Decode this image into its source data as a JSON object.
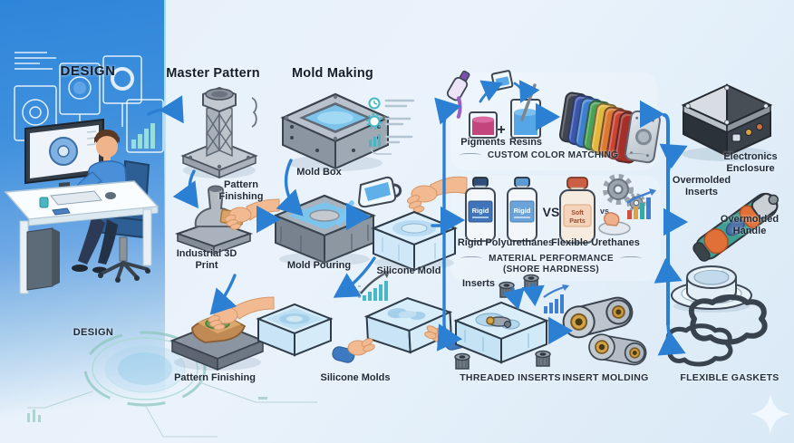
{
  "canvas": {
    "accent_arrow": "#2b80d4",
    "left_panel_blue": "#2e86da",
    "background": "#eaf3fb"
  },
  "headers": {
    "design": "DESIGN",
    "master_pattern": "Master Pattern",
    "mold_making": "Mold Making"
  },
  "design": {
    "caption": "DESIGN"
  },
  "master_pattern": {
    "pattern_finishing": "Pattern Finishing",
    "industrial_3d_print": "Industrial 3D Print",
    "pattern_finishing_bottom": "Pattern Finishing"
  },
  "mold_making": {
    "mold_box": "Mold Box",
    "mold_pouring": "Mold Pouring",
    "silicone_mold": "Silicone Mold",
    "silicone_molds": "Silicone Molds"
  },
  "color_matching": {
    "pigments": "Pigments",
    "plus": "+",
    "resins": "Resins",
    "caption": "CUSTOM COLOR MATCHING",
    "stack_colors": [
      "#41464e",
      "#3c55ae",
      "#3e7fd2",
      "#48a258",
      "#e2b93d",
      "#db7a2e",
      "#cc4430",
      "#a5302a"
    ]
  },
  "materials": {
    "rigid_label": "Rigid Polyurethanes",
    "vs": "VS",
    "flexible_label": "Flexible Urethanes",
    "vs_small": "vs",
    "bottle_rigid_text": "Rigid",
    "bottle_soft_line1": "Soft",
    "bottle_soft_line2": "Parts",
    "caption_1": "MATERIAL PERFORMANCE",
    "caption_2": "(SHORE HARDNESS)"
  },
  "inserts": {
    "inserts": "Inserts",
    "threaded_inserts": "THREADED INSERTS",
    "insert_molding": "INSERT MOLDING"
  },
  "products": {
    "electronics_enclosure": "Electronics Enclosure",
    "overmolded_inserts": "Overmolded Inserts",
    "overmolded_handle": "Overmolded Handle",
    "flexible_gaskets": "FLEXIBLE GASKETS"
  },
  "process_icons": [
    "clock-icon",
    "gear-icon",
    "bar-chart-icon",
    "growth-chart-icon",
    "sparkle-icon"
  ]
}
